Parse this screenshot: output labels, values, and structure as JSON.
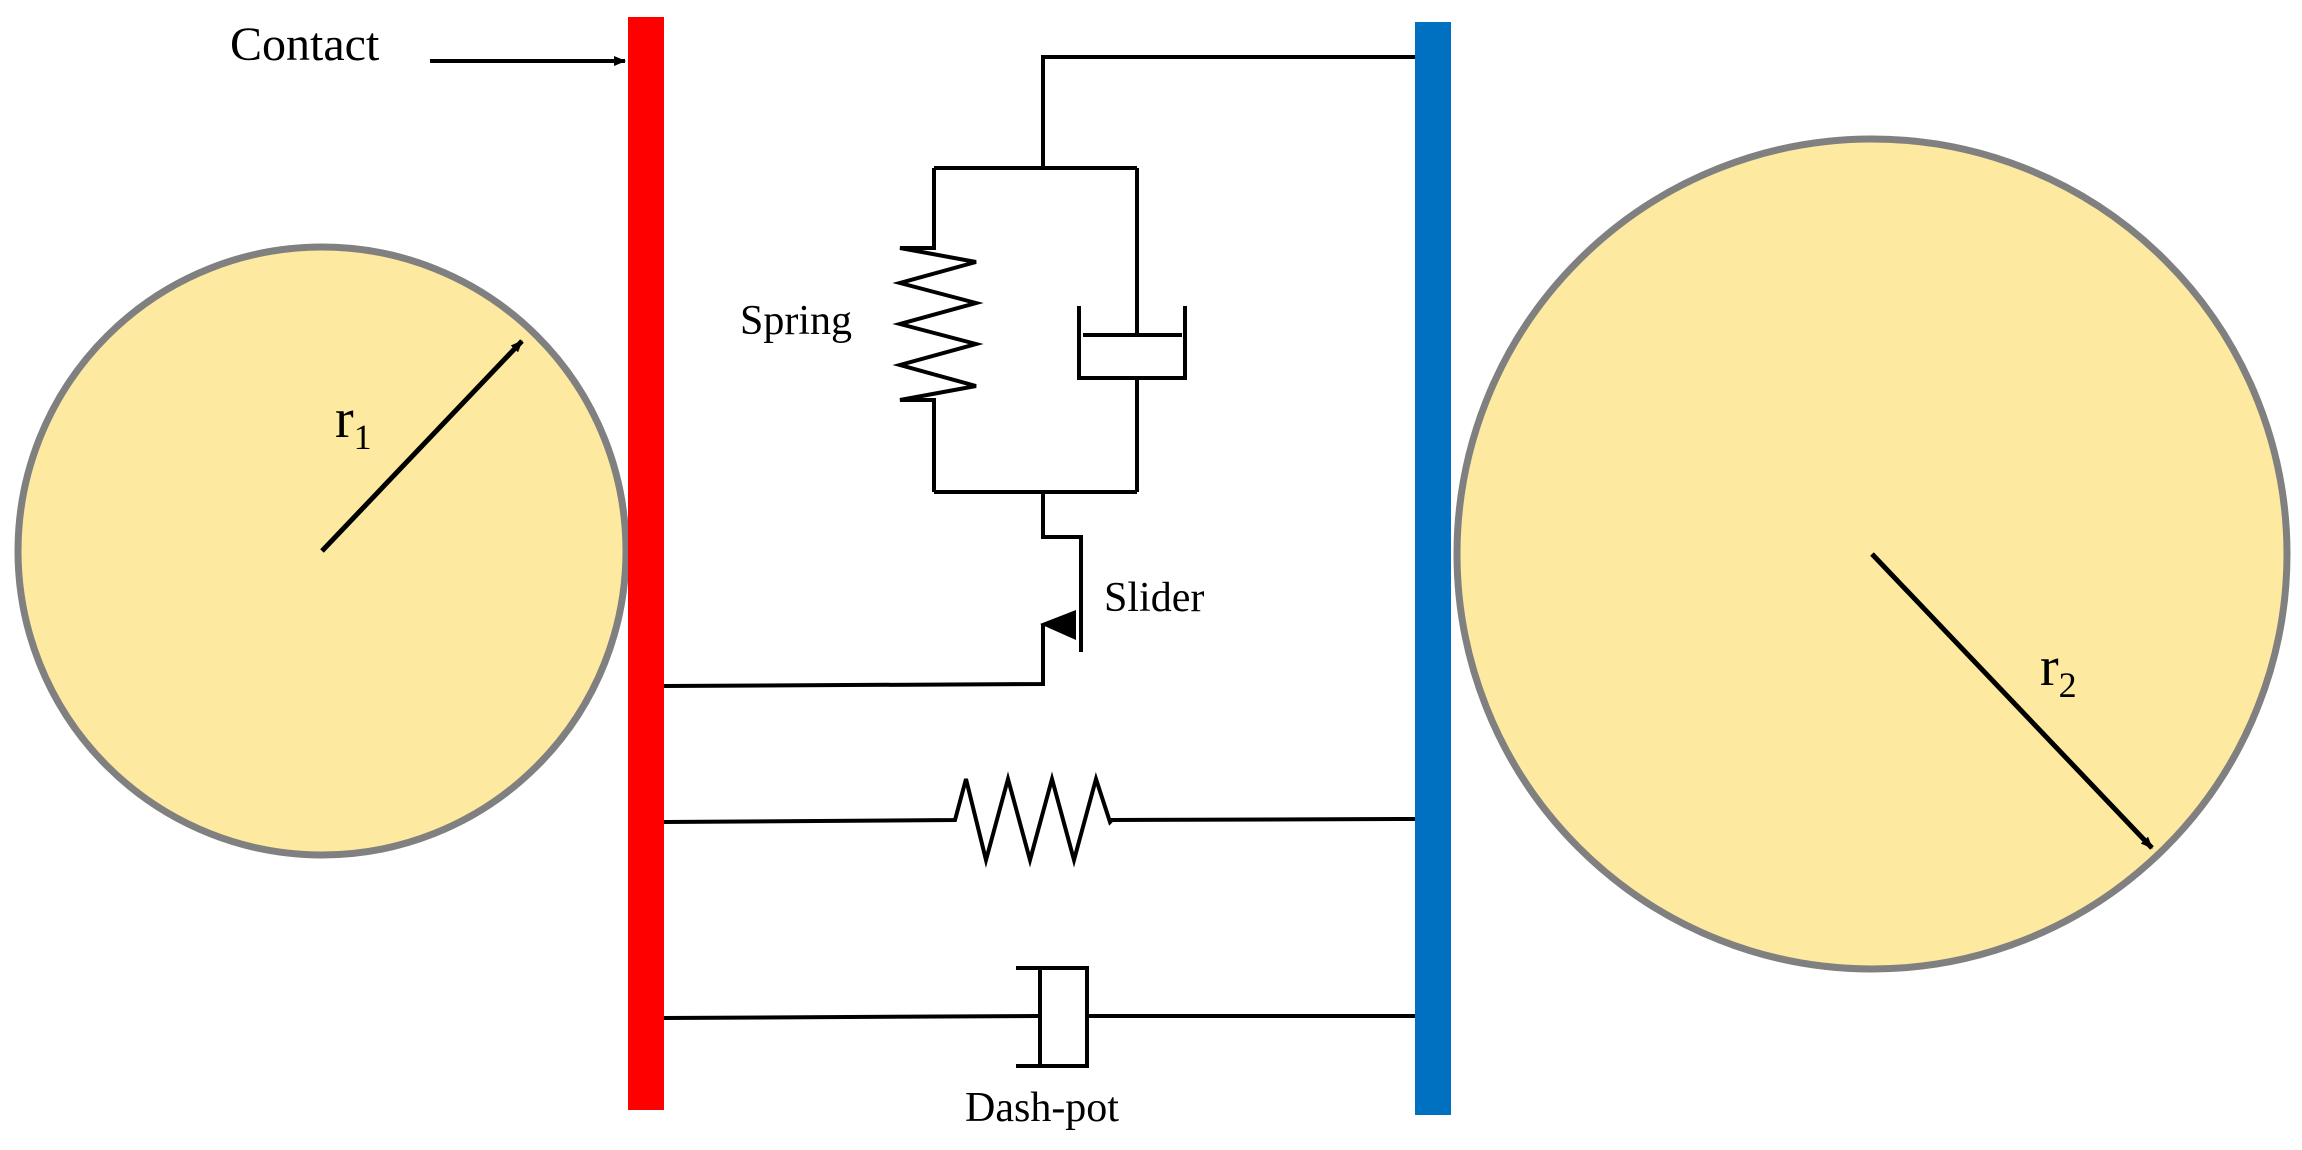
{
  "labels": {
    "contact": "Contact",
    "spring": "Spring",
    "slider": "Slider",
    "dashpot": "Dash-pot",
    "r1_base": "r",
    "r1_sub": "1",
    "r2_base": "r",
    "r2_sub": "2"
  },
  "colors": {
    "particle_fill": "#FDE9A0",
    "particle_stroke": "#808080",
    "left_wall": "#FF0000",
    "right_wall": "#0070C0",
    "line": "#000000"
  }
}
